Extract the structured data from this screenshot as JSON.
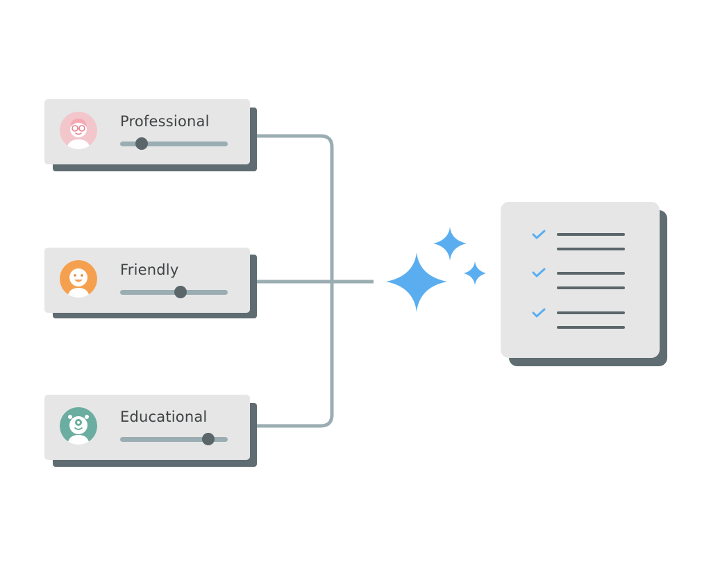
{
  "personas": [
    {
      "label": "Professional",
      "avatar_icon": "glasses-person-icon",
      "avatar_color": "#f3c6cc",
      "level": 0.2
    },
    {
      "label": "Friendly",
      "avatar_icon": "smiling-face-icon",
      "avatar_color": "#f5a04f",
      "level": 0.56
    },
    {
      "label": "Educational",
      "avatar_icon": "one-eyed-monster-icon",
      "avatar_color": "#6bada0",
      "level": 0.82
    }
  ],
  "colors": {
    "card": "#e6e6e6",
    "card_shadow": "#5f6d72",
    "connector": "#9aadb2",
    "sparkle": "#5aaef0",
    "check": "#5aaef0",
    "text": "#3f4244"
  },
  "icons": {
    "sparkle": "sparkle-icon",
    "document": "checklist-document-icon",
    "check": "check-icon"
  },
  "checklist_items": 3
}
